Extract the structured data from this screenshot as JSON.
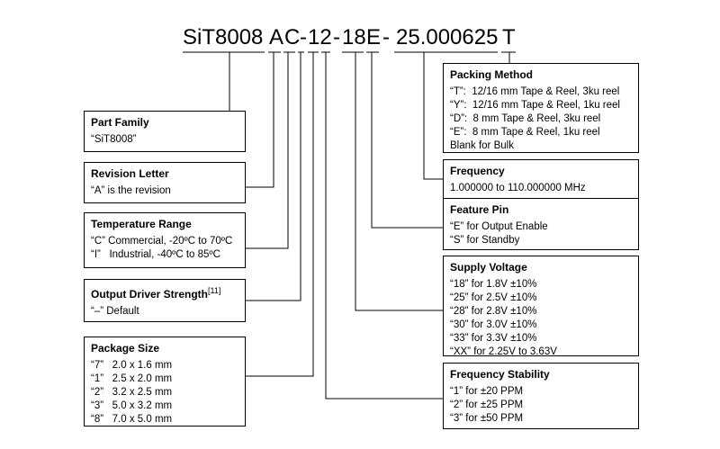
{
  "part_number": {
    "segments": [
      "SiT8008",
      "A",
      "C",
      "-",
      "12",
      "-",
      "18",
      "E",
      "-",
      "25.000625",
      "T"
    ]
  },
  "boxes": {
    "part_family": {
      "title": "Part Family",
      "lines": [
        "“SiT8008”"
      ]
    },
    "revision": {
      "title": "Revision Letter",
      "lines": [
        "“A” is the revision"
      ]
    },
    "temperature": {
      "title": "Temperature Range",
      "lines": [
        "“C” Commercial, -20ºC to 70ºC",
        "“I”   Industrial, -40ºC to 85ºC"
      ]
    },
    "output_driver": {
      "title": "Output Driver Strength",
      "note": "[11]",
      "lines": [
        "“–” Default"
      ]
    },
    "package": {
      "title": "Package Size",
      "lines": [
        "“7”   2.0 x 1.6 mm",
        "“1”   2.5 x 2.0 mm",
        "“2”   3.2 x 2.5 mm",
        "“3”   5.0 x 3.2 mm",
        "“8”   7.0 x 5.0 mm"
      ]
    },
    "packing": {
      "title": "Packing Method",
      "lines": [
        "“T”:  12/16 mm Tape & Reel, 3ku reel",
        "“Y”:  12/16 mm Tape & Reel, 1ku reel",
        "“D”:  8 mm Tape & Reel, 3ku reel",
        "“E”:  8 mm Tape & Reel, 1ku reel",
        "Blank for Bulk"
      ]
    },
    "frequency": {
      "title": "Frequency",
      "lines": [
        "1.000000 to 110.000000 MHz"
      ]
    },
    "feature_pin": {
      "title": "Feature Pin",
      "lines": [
        "“E” for Output Enable",
        "“S” for Standby"
      ]
    },
    "supply_voltage": {
      "title": "Supply Voltage",
      "lines": [
        "“18” for 1.8V ±10%",
        "“25” for 2.5V ±10%",
        "“28” for 2.8V ±10%",
        "“30” for 3.0V ±10%",
        "“33” for 3.3V ±10%",
        "“XX” for 2.25V to 3.63V"
      ]
    },
    "stability": {
      "title": "Frequency Stability",
      "lines": [
        "“1” for ±20 PPM",
        "“2” for ±25 PPM",
        "“3” for ±50 PPM"
      ]
    }
  }
}
